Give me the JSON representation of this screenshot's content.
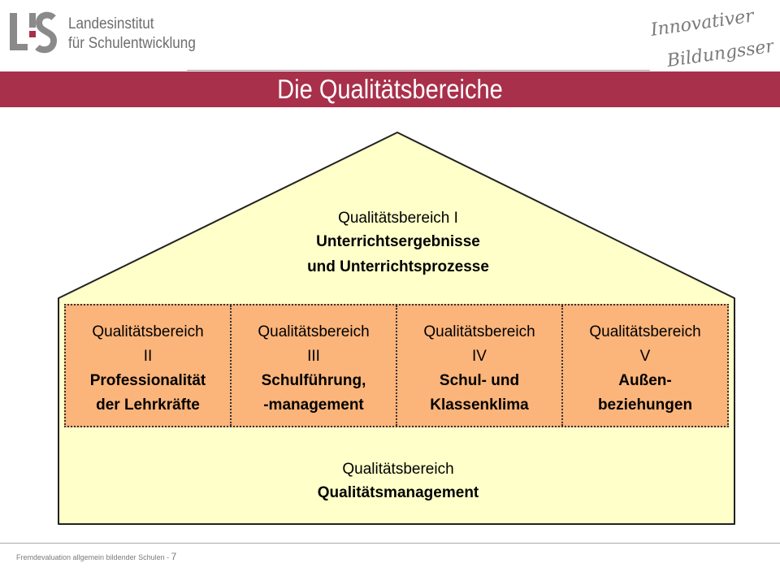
{
  "header": {
    "institute_line1": "Landesinstitut",
    "institute_line2": "für Schulentwicklung",
    "signature_line1": "Innovativer",
    "signature_line2": "Bildungsservice"
  },
  "title": "Die Qualitätsbereiche",
  "colors": {
    "title_band": "#a8304b",
    "house_fill": "#ffffc9",
    "pillar_fill": "#fbb47a"
  },
  "house": {
    "roof": {
      "label": "Qualitätsbereich I",
      "bold_line1": "Unterrichtsergebnisse",
      "bold_line2": "und Unterrichtsprozesse"
    },
    "pillars": [
      {
        "label": "Qualitätsbereich",
        "numeral": "II",
        "bold_line1": "Professionalität",
        "bold_line2": "der Lehrkräfte"
      },
      {
        "label": "Qualitätsbereich",
        "numeral": "III",
        "bold_line1": "Schulführung,",
        "bold_line2": "-management"
      },
      {
        "label": "Qualitätsbereich",
        "numeral": "IV",
        "bold_line1": "Schul- und",
        "bold_line2": "Klassenklima"
      },
      {
        "label": "Qualitätsbereich",
        "numeral": "V",
        "bold_line1": "Außen-",
        "bold_line2": "beziehungen"
      }
    ],
    "base": {
      "label": "Qualitätsbereich",
      "bold_line": "Qualitätsmanagement"
    }
  },
  "footer": {
    "text": "Fremdevaluation allgemein bildender Schulen - ",
    "page": "7"
  }
}
